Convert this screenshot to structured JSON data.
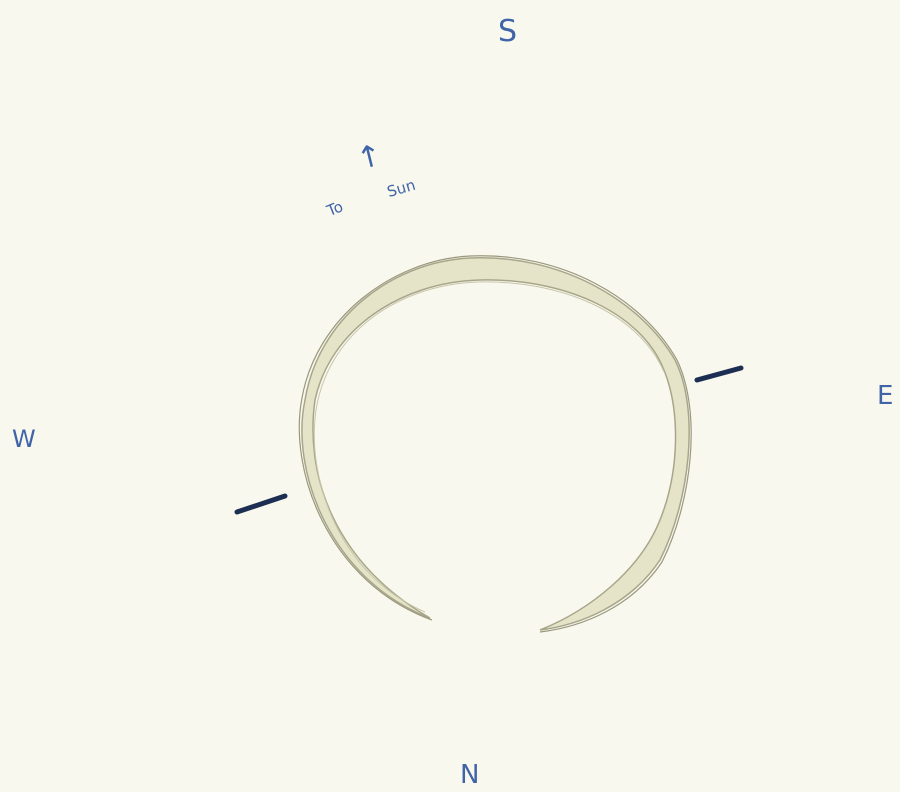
{
  "directions": {
    "south": "S",
    "east": "E",
    "west": "W",
    "north": "N"
  },
  "annotation": {
    "arrow_icon": "up-arrow-icon",
    "to_text": "To",
    "sun_text": "Sun"
  },
  "colors": {
    "paper": "#f9f8ee",
    "ink": "#4064a8",
    "crescent_fill": "#e6e4c8",
    "crescent_stroke": "#a8a68a",
    "tick_marks": "#1c2f52"
  }
}
